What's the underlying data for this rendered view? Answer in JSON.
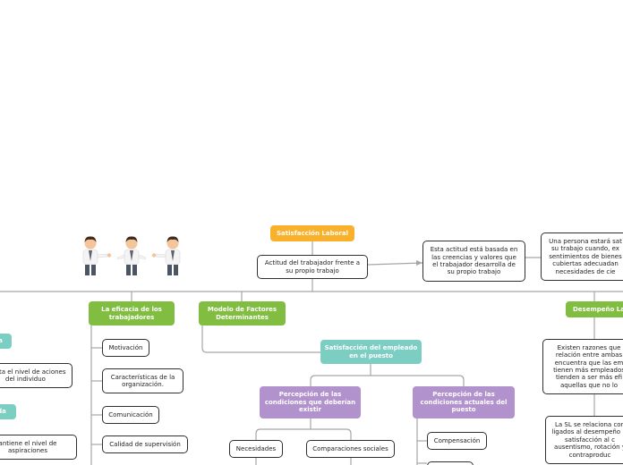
{
  "colors": {
    "root": "#f9b12b",
    "topic": "#80bd41",
    "subtopic": "#7ccec3",
    "perception": "#b192cc",
    "line": "#a6a6a6",
    "box_border": "#303030"
  },
  "illustration": {
    "icon": "three-businessmen-icon"
  },
  "map": {
    "root": "Satisfacción Laboral",
    "definition": "Actitud del trabajador frente a su propio trabajo",
    "belief_note": "Esta actitud está basada en las creencias y valores que el trabajador desarrolla de su propio trabajo",
    "wellbeing_note": "Una persona estará sat su trabajo cuando, ex sentimientos de bienes cubiertas adecuadan necesidades de cie",
    "left_partial": {
      "badge_a": "a",
      "text_a": "menta el nivel de aciones del individuo",
      "badge_b": "da",
      "text_b": "antiene el nivel de aspiraciones"
    },
    "efficacy": {
      "title": "La eficacia de los trabajadores",
      "items": [
        "Motivación",
        "Características de la organización.",
        "Comunicación",
        "Calidad de supervisión"
      ]
    },
    "model": {
      "title": "Modelo de Factores Determinantes",
      "satisfaction": "Satisfacción del empleado en el puesto",
      "should_exist": {
        "title": "Percepción de las condiciones que deberían existir",
        "items": [
          "Necesidades",
          "Comparaciones sociales"
        ]
      },
      "actual": {
        "title": "Percepción de las condiciones actuales del puesto",
        "items": [
          "Compensación",
          ""
        ]
      }
    },
    "performance": {
      "title": "Desempeño La",
      "note1": "Existen razones que relación entre ambas encuentra que las em tienen más empleados tienden a ser más efi aquellas que no lo",
      "note2": "La SL se relaciona con ligados al desempeño la satisfacción al c ausentismo, rotación y contraproduc"
    }
  }
}
